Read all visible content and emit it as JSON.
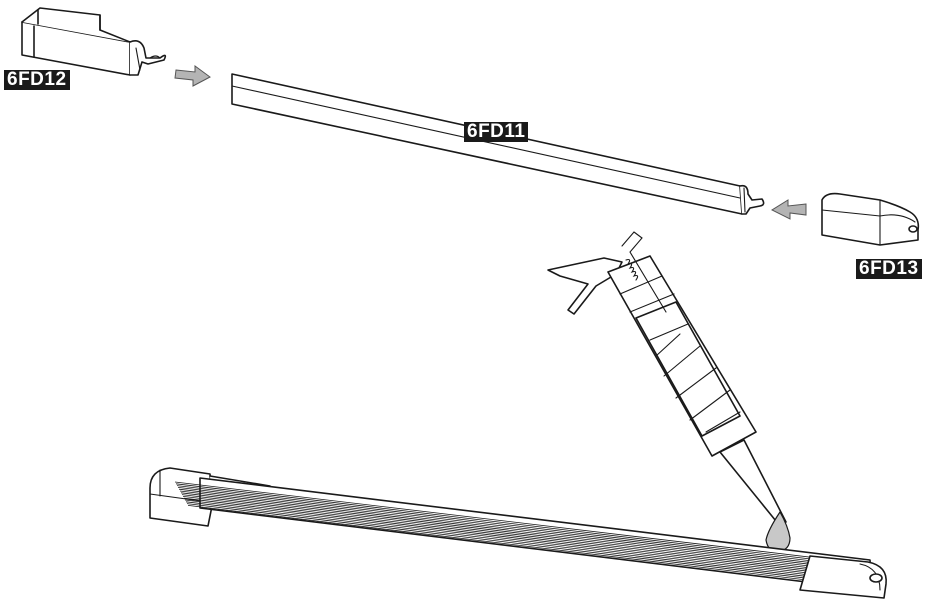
{
  "labels": {
    "end_cap_left": "6FD12",
    "spoiler_strip": "6FD11",
    "end_cap_right": "6FD13"
  },
  "colors": {
    "line": "#1a1a1a",
    "arrow_fill": "#b4b4b4",
    "label_bg": "#1a1a1a",
    "label_text": "#ffffff",
    "glue_drop": "#c8c8c8"
  }
}
